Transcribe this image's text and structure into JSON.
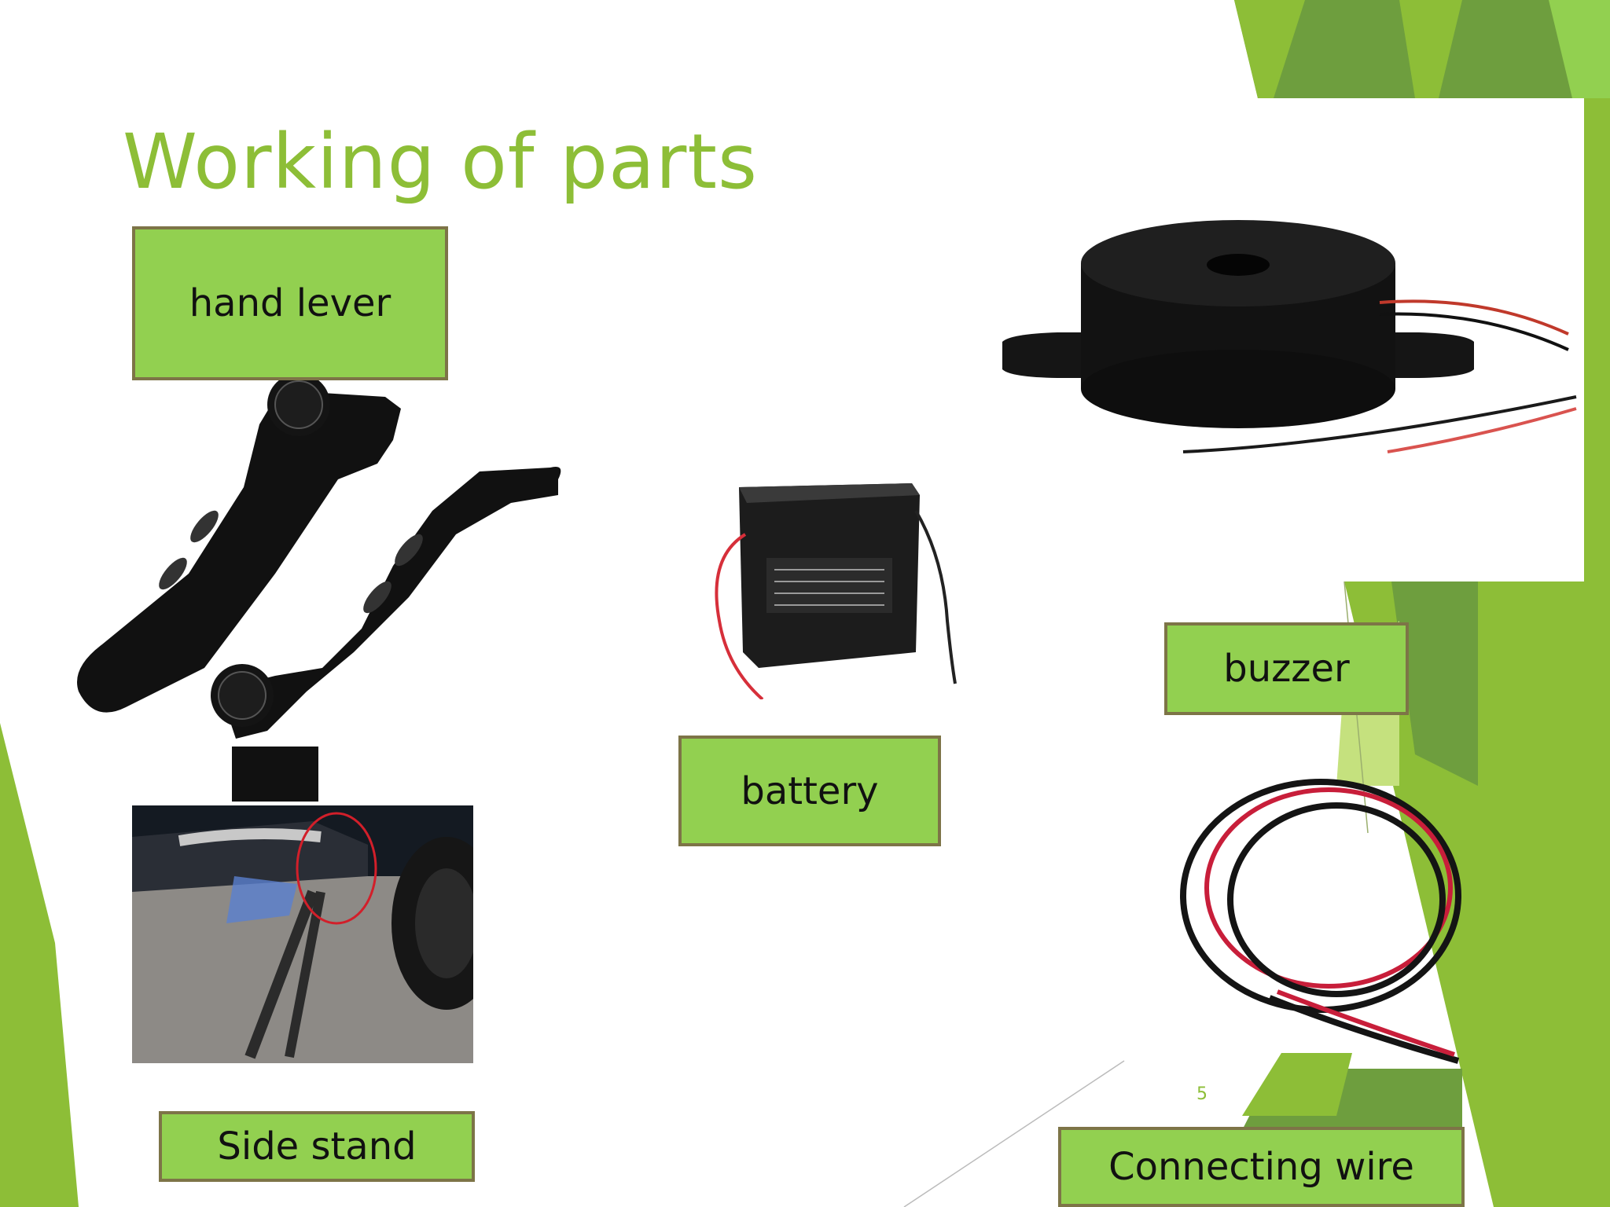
{
  "slide": {
    "title": "Working of parts",
    "page_number": "5",
    "accent_color": "#8DBE37",
    "label_fill": "#92D050",
    "label_border": "#7D7447"
  },
  "labels": {
    "hand_lever": "hand lever",
    "buzzer": "buzzer",
    "battery": "battery",
    "side_stand": "Side stand",
    "connecting_wire": "Connecting wire"
  },
  "images": {
    "hand_lever": "hand-lever-photo",
    "battery": "battery-photo",
    "buzzer": "buzzer-photo",
    "side_stand": "side-stand-photo",
    "connecting_wire": "connecting-wire-photo"
  }
}
